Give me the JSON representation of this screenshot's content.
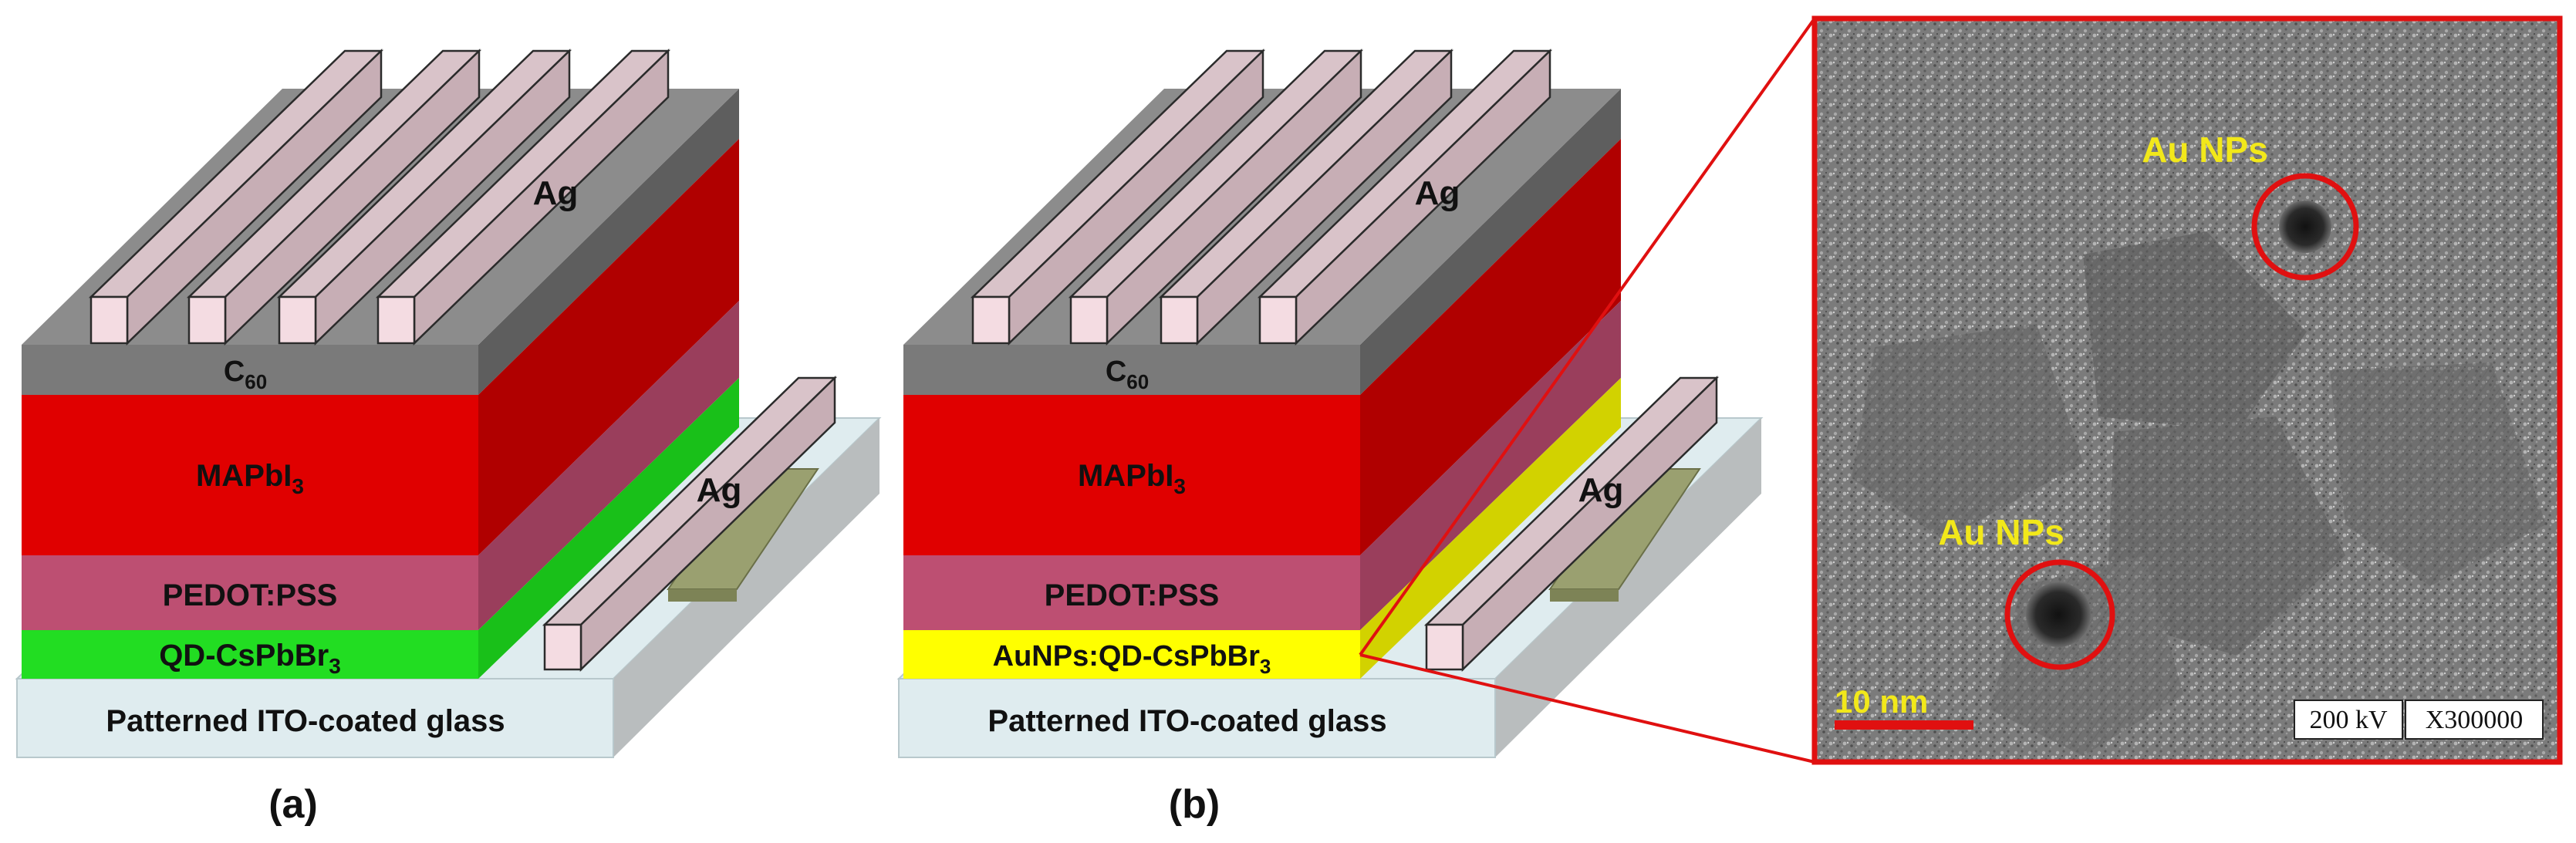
{
  "panel_a": {
    "caption": "(a)",
    "labels": {
      "top_electrode": "Ag",
      "etl": "C",
      "etl_sub": "60",
      "absorber": "MAPbI",
      "absorber_sub": "3",
      "htl": "PEDOT:PSS",
      "interlayer": "QD-CsPbBr",
      "interlayer_sub": "3",
      "substrate": "Patterned ITO-coated glass",
      "side_electrode": "Ag"
    }
  },
  "panel_b": {
    "caption": "(b)",
    "labels": {
      "top_electrode": "Ag",
      "etl": "C",
      "etl_sub": "60",
      "absorber": "MAPbI",
      "absorber_sub": "3",
      "htl": "PEDOT:PSS",
      "interlayer": "AuNPs:QD-CsPbBr",
      "interlayer_sub": "3",
      "substrate": "Patterned ITO-coated glass",
      "side_electrode": "Ag"
    }
  },
  "tem": {
    "np_label_1": "Au NPs",
    "np_label_2": "Au NPs",
    "scale_bar": "10 nm",
    "voltage": "200 kV",
    "magnification": "X300000"
  },
  "colors": {
    "ag": "#f4dce2",
    "c60": "#7a7a7a",
    "mapbi3": "#e00000",
    "pedot": "#bd4f72",
    "qd": "#22dd22",
    "aunps_qd": "#ffff00",
    "glass": "#dfecef",
    "highlight": "#e01010",
    "np_label": "#f2e81a"
  }
}
